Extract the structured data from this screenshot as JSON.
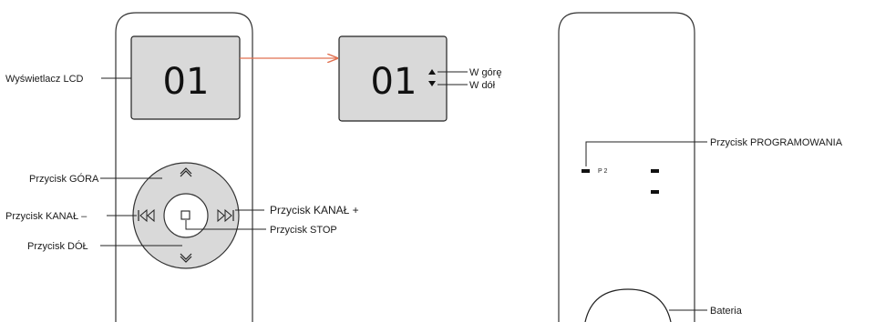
{
  "front_remote": {
    "lcd_label": "Wyświetlacz LCD",
    "lcd_value": "01",
    "btn_up_label": "Przycisk GÓRA",
    "btn_channel_minus_label": "Przycisk KANAŁ –",
    "btn_channel_plus_label": "Przycisk KANAŁ +",
    "btn_stop_label": "Przycisk STOP",
    "btn_down_label": "Przycisk  DÓŁ"
  },
  "lcd_detail": {
    "value": "01",
    "up_label": "W górę",
    "down_label": "W dół"
  },
  "back_remote": {
    "program_button_label": "Przycisk PROGRAMOWANIA",
    "p2_marking": "P 2",
    "battery_label": "Bateria"
  },
  "colors": {
    "arrow": "#e07050",
    "lcd_fill": "#d9d9d9",
    "wheel_fill": "#d9d9d9",
    "outline": "#333333"
  },
  "icons": {
    "up": "chevron-up-icon",
    "down": "chevron-down-icon",
    "prev": "skip-previous-icon",
    "next": "skip-next-icon",
    "stop": "stop-square-icon",
    "lcd_up_down": "up-down-triangles-icon"
  }
}
